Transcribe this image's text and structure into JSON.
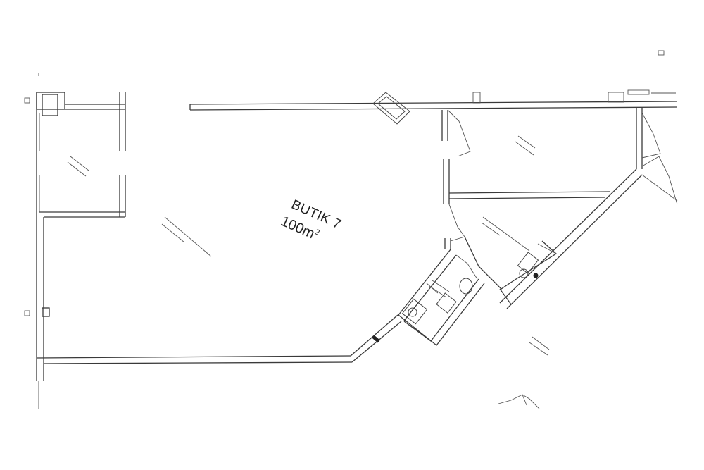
{
  "plan": {
    "unit_name": "BUTIK 7",
    "area_value": "100m",
    "area_superscript": "2"
  }
}
